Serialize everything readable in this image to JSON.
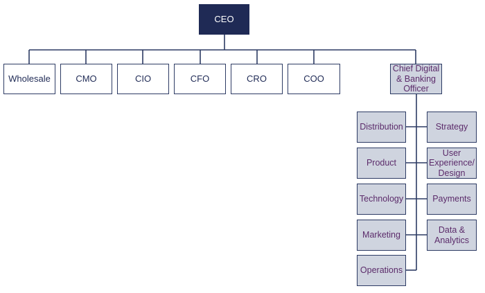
{
  "chart": {
    "ceo": "CEO",
    "executives": [
      "Wholesale",
      "CMO",
      "CIO",
      "CFO",
      "CRO",
      "COO"
    ],
    "digital_head": "Chief Digital & Banking Officer",
    "digital_left": [
      "Distribution",
      "Product",
      "Technology",
      "Marketing",
      "Operations"
    ],
    "digital_right": [
      "Strategy",
      "User Experience/ Design",
      "Payments",
      "Data & Analytics"
    ]
  },
  "colors": {
    "line": "#2c3a63",
    "ceo_fill": "#1f2a55",
    "sub_fill": "#cfd4df",
    "sub_text": "#5b2b6a"
  }
}
